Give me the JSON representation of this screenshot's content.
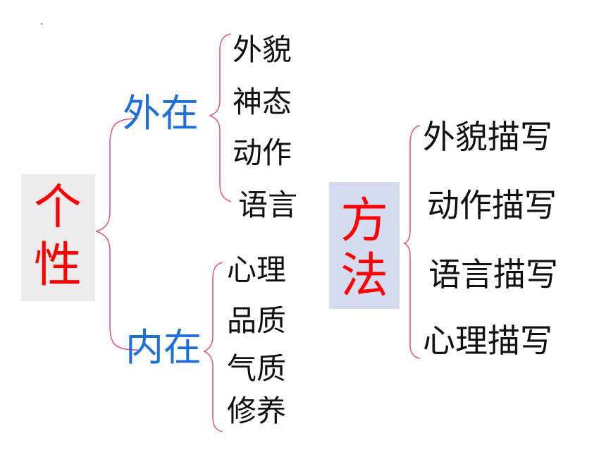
{
  "left": {
    "root": [
      "个",
      "性"
    ],
    "branches": [
      {
        "label": "外在",
        "items": [
          "外貌",
          "神态",
          "动作",
          "语言"
        ]
      },
      {
        "label": "内在",
        "items": [
          "心理",
          "品质",
          "气质",
          "修养"
        ]
      }
    ]
  },
  "right": {
    "root": [
      "方",
      "法"
    ],
    "items": [
      "外貌描写",
      "动作描写",
      "语言描写",
      "心理描写"
    ]
  },
  "colors": {
    "root_text": "#ff0000",
    "branch_text": "#1f6fd8",
    "brace": "#e05a8a",
    "left_box": "#ececec",
    "right_box": "#d6dcef"
  }
}
